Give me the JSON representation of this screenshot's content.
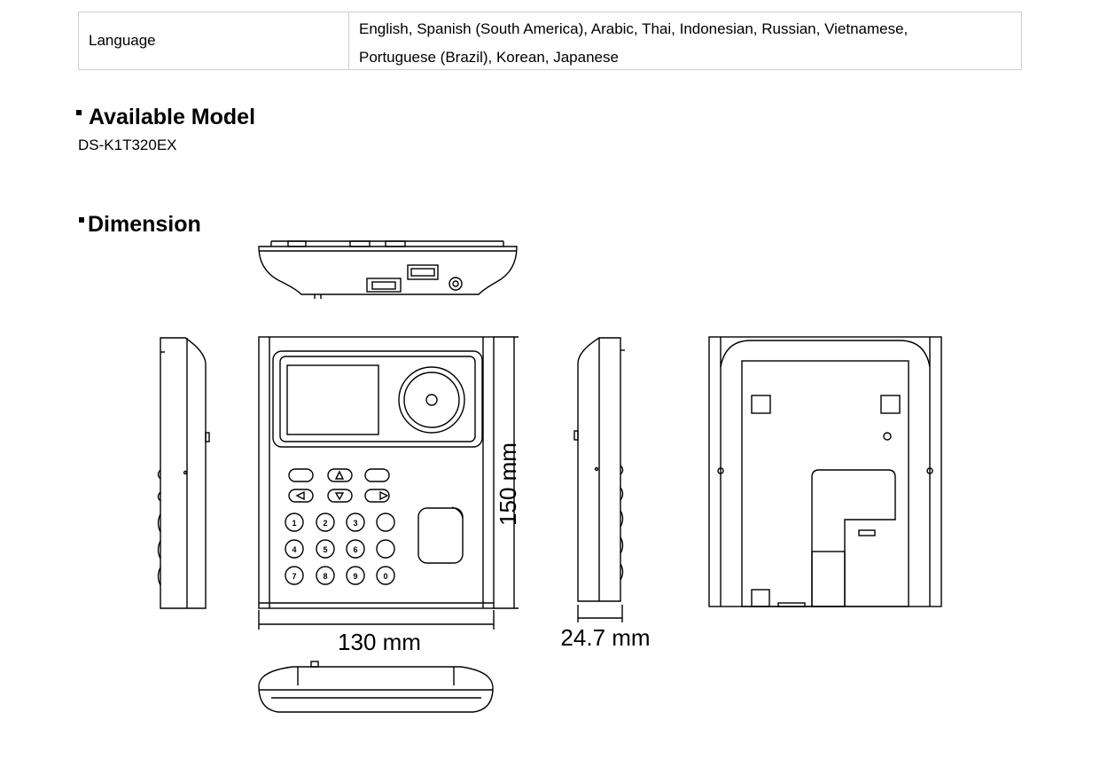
{
  "spec_table": {
    "label": "Language",
    "value_line1": "English, Spanish (South America), Arabic, Thai, Indonesian, Russian, Vietnamese,",
    "value_line2": "Portuguese (Brazil), Korean, Japanese"
  },
  "available_model": {
    "title": "Available Model",
    "model": "DS-K1T320EX"
  },
  "dimension": {
    "title": "Dimension",
    "width_label": "130 mm",
    "height_label": "150 mm",
    "depth_label": "24.7 mm"
  }
}
